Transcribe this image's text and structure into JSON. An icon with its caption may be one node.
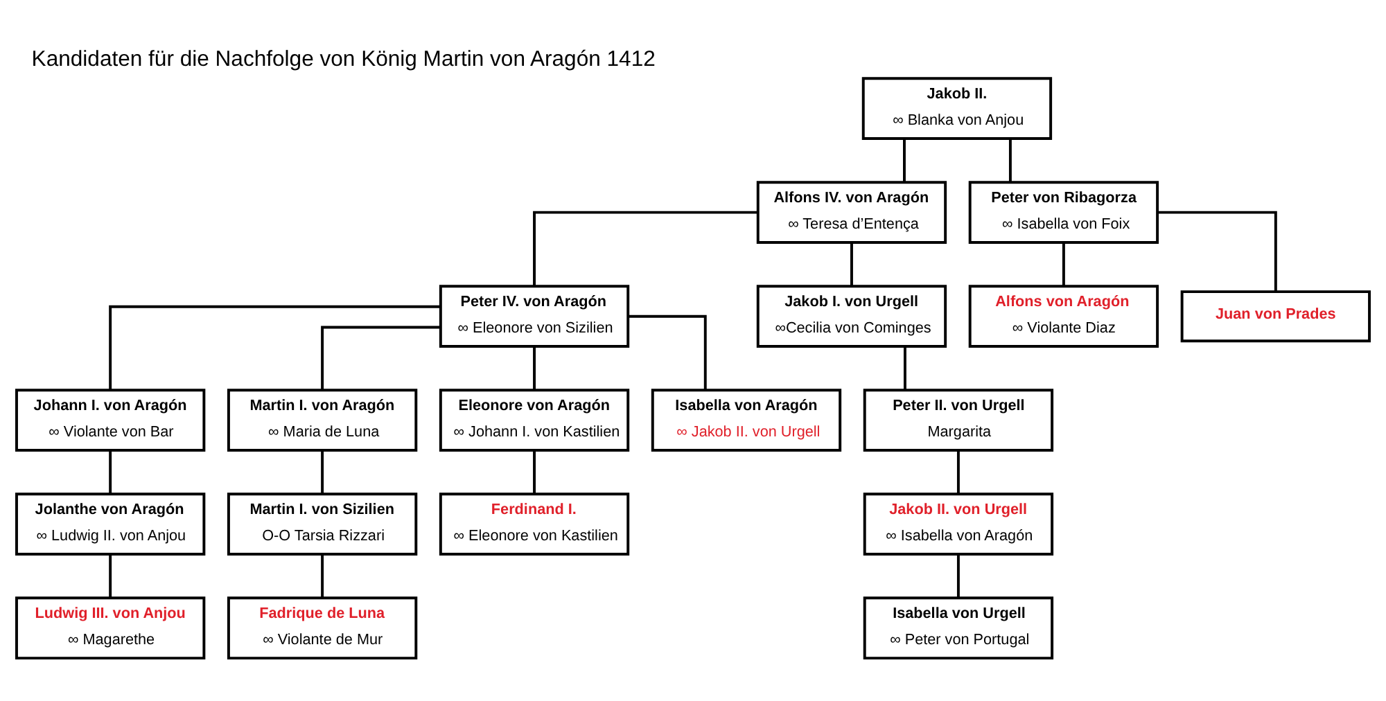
{
  "diagram": {
    "title": "Kandidaten für die Nachfolge von König Martin von Aragón 1412",
    "nodes": [
      {
        "text": [
          "Jakob II.",
          "∞ Blanka von Anjou"
        ]
      },
      {
        "text": [
          "Alfons IV. von Aragón",
          "∞ Teresa d’Entença"
        ]
      },
      {
        "text": [
          "Peter von Ribagorza",
          "∞ Isabella von Foix"
        ]
      },
      {
        "text": [
          "Peter IV. von Aragón",
          "∞ Eleonore von Sizilien"
        ]
      },
      {
        "text": [
          "Jakob I. von Urgell",
          "∞Cecilia von Cominges"
        ]
      },
      {
        "text": [
          "Alfons von Aragón",
          "∞ Violante Diaz"
        ]
      },
      {
        "text": [
          "Juan von Prades"
        ]
      },
      {
        "text": [
          "Johann I. von Aragón",
          "∞ Violante von Bar"
        ]
      },
      {
        "text": [
          "Martin I. von Aragón",
          "∞ Maria de Luna"
        ]
      },
      {
        "text": [
          "Eleonore von Aragón",
          "∞ Johann I. von Kastilien"
        ]
      },
      {
        "text": [
          "Isabella von Aragón",
          "∞ Jakob II. von Urgell"
        ]
      },
      {
        "text": [
          "Peter II. von Urgell",
          "Margarita"
        ]
      },
      {
        "text": [
          "Jolanthe von Aragón",
          "∞ Ludwig II. von Anjou"
        ]
      },
      {
        "text": [
          "Martin I. von Sizilien",
          "O-O Tarsia Rizzari"
        ]
      },
      {
        "text": [
          "Ferdinand I.",
          "∞ Eleonore von Kastilien"
        ]
      },
      {
        "text": [
          "Jakob II. von Urgell",
          "∞ Isabella von Aragón"
        ]
      },
      {
        "text": [
          "Ludwig III. von Anjou",
          "∞ Magarethe"
        ]
      },
      {
        "text": [
          "Fadrique de Luna",
          "∞ Violante de Mur"
        ]
      },
      {
        "text": [
          "Isabella von Urgell",
          "∞ Peter von Portugal"
        ]
      }
    ],
    "edges": [
      {
        "from": 0,
        "to": 1,
        "arrow": "none"
      },
      {
        "from": 0,
        "to": 2,
        "arrow": "none"
      },
      {
        "from": 1,
        "to": 3,
        "arrow": "none"
      },
      {
        "from": 1,
        "to": 4,
        "arrow": "none"
      },
      {
        "from": 2,
        "to": 5,
        "arrow": "none"
      },
      {
        "from": 2,
        "to": 6,
        "arrow": "none"
      },
      {
        "from": 3,
        "to": 7,
        "arrow": "none"
      },
      {
        "from": 3,
        "to": 8,
        "arrow": "none"
      },
      {
        "from": 3,
        "to": 9,
        "arrow": "none"
      },
      {
        "from": 3,
        "to": 10,
        "arrow": "none"
      },
      {
        "from": 4,
        "to": 11,
        "arrow": "none"
      },
      {
        "from": 7,
        "to": 12,
        "arrow": "none"
      },
      {
        "from": 8,
        "to": 13,
        "arrow": "none"
      },
      {
        "from": 9,
        "to": 14,
        "arrow": "none"
      },
      {
        "from": 11,
        "to": 15,
        "arrow": "none"
      },
      {
        "from": 12,
        "to": 16,
        "arrow": "none"
      },
      {
        "from": 13,
        "to": 17,
        "arrow": "none"
      },
      {
        "from": 15,
        "to": 18,
        "arrow": "none"
      }
    ]
  }
}
